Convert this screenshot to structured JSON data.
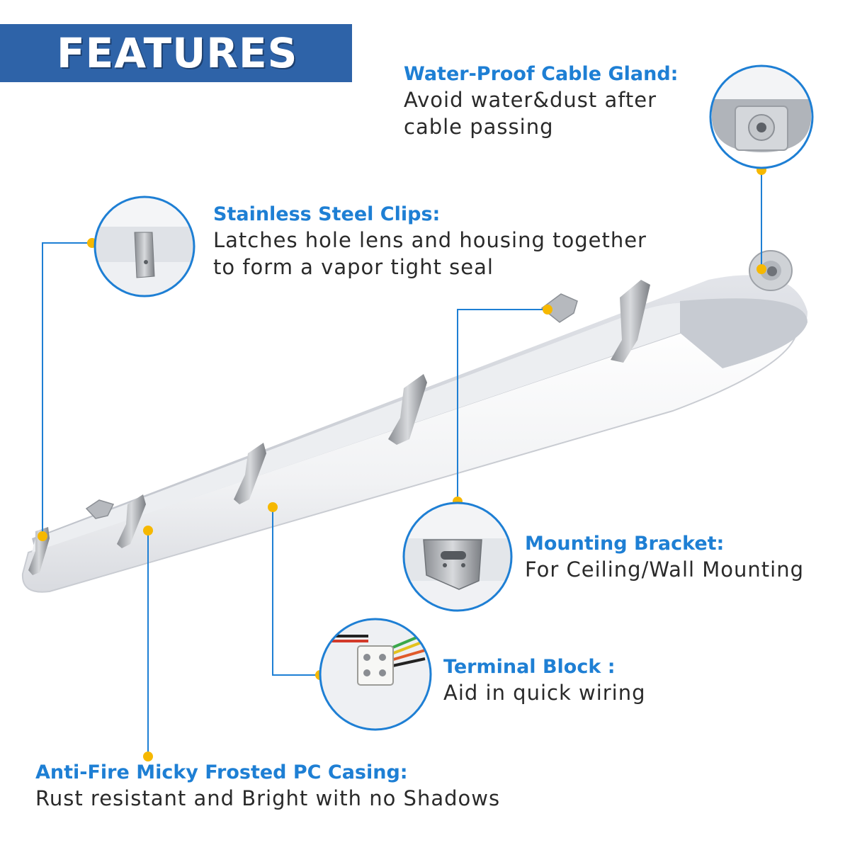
{
  "banner": {
    "title": "FEATURES"
  },
  "features": {
    "cable_gland": {
      "title": "Water-Proof Cable Gland:",
      "desc_line1": "Avoid water&dust after",
      "desc_line2": "cable passing"
    },
    "steel_clips": {
      "title": "Stainless Steel Clips:",
      "desc_line1": "Latches hole lens and housing together",
      "desc_line2": "to form a vapor tight seal"
    },
    "mounting_bracket": {
      "title": "Mounting Bracket:",
      "desc_line1": "For Ceiling/Wall Mounting"
    },
    "terminal_block": {
      "title": "Terminal Block :",
      "desc_line1": "Aid in quick wiring"
    },
    "pc_casing": {
      "title": "Anti-Fire Micky Frosted PC Casing:",
      "desc_line1": "Rust resistant and Bright with no Shadows"
    }
  },
  "colors": {
    "banner": "#2e63a8",
    "accent_blue": "#1e7fd4",
    "dot_yellow": "#f6b800",
    "text": "#2a2a2a"
  },
  "icons": [
    "product-light-fixture",
    "cable-gland-detail",
    "steel-clip-detail",
    "mounting-bracket-detail",
    "terminal-block-detail"
  ]
}
